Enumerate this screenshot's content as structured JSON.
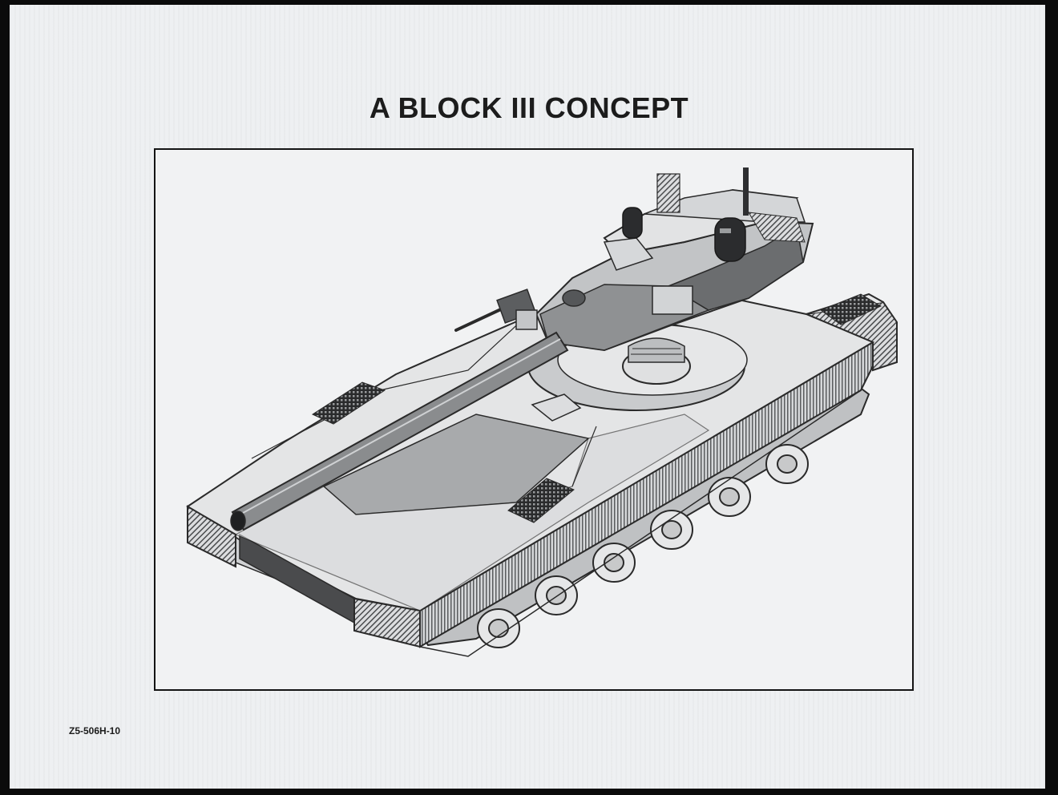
{
  "slide": {
    "title": "A BLOCK III CONCEPT",
    "document_number": "Z5-506H-10"
  },
  "illustration": {
    "subject": "tank-concept-drawing"
  }
}
